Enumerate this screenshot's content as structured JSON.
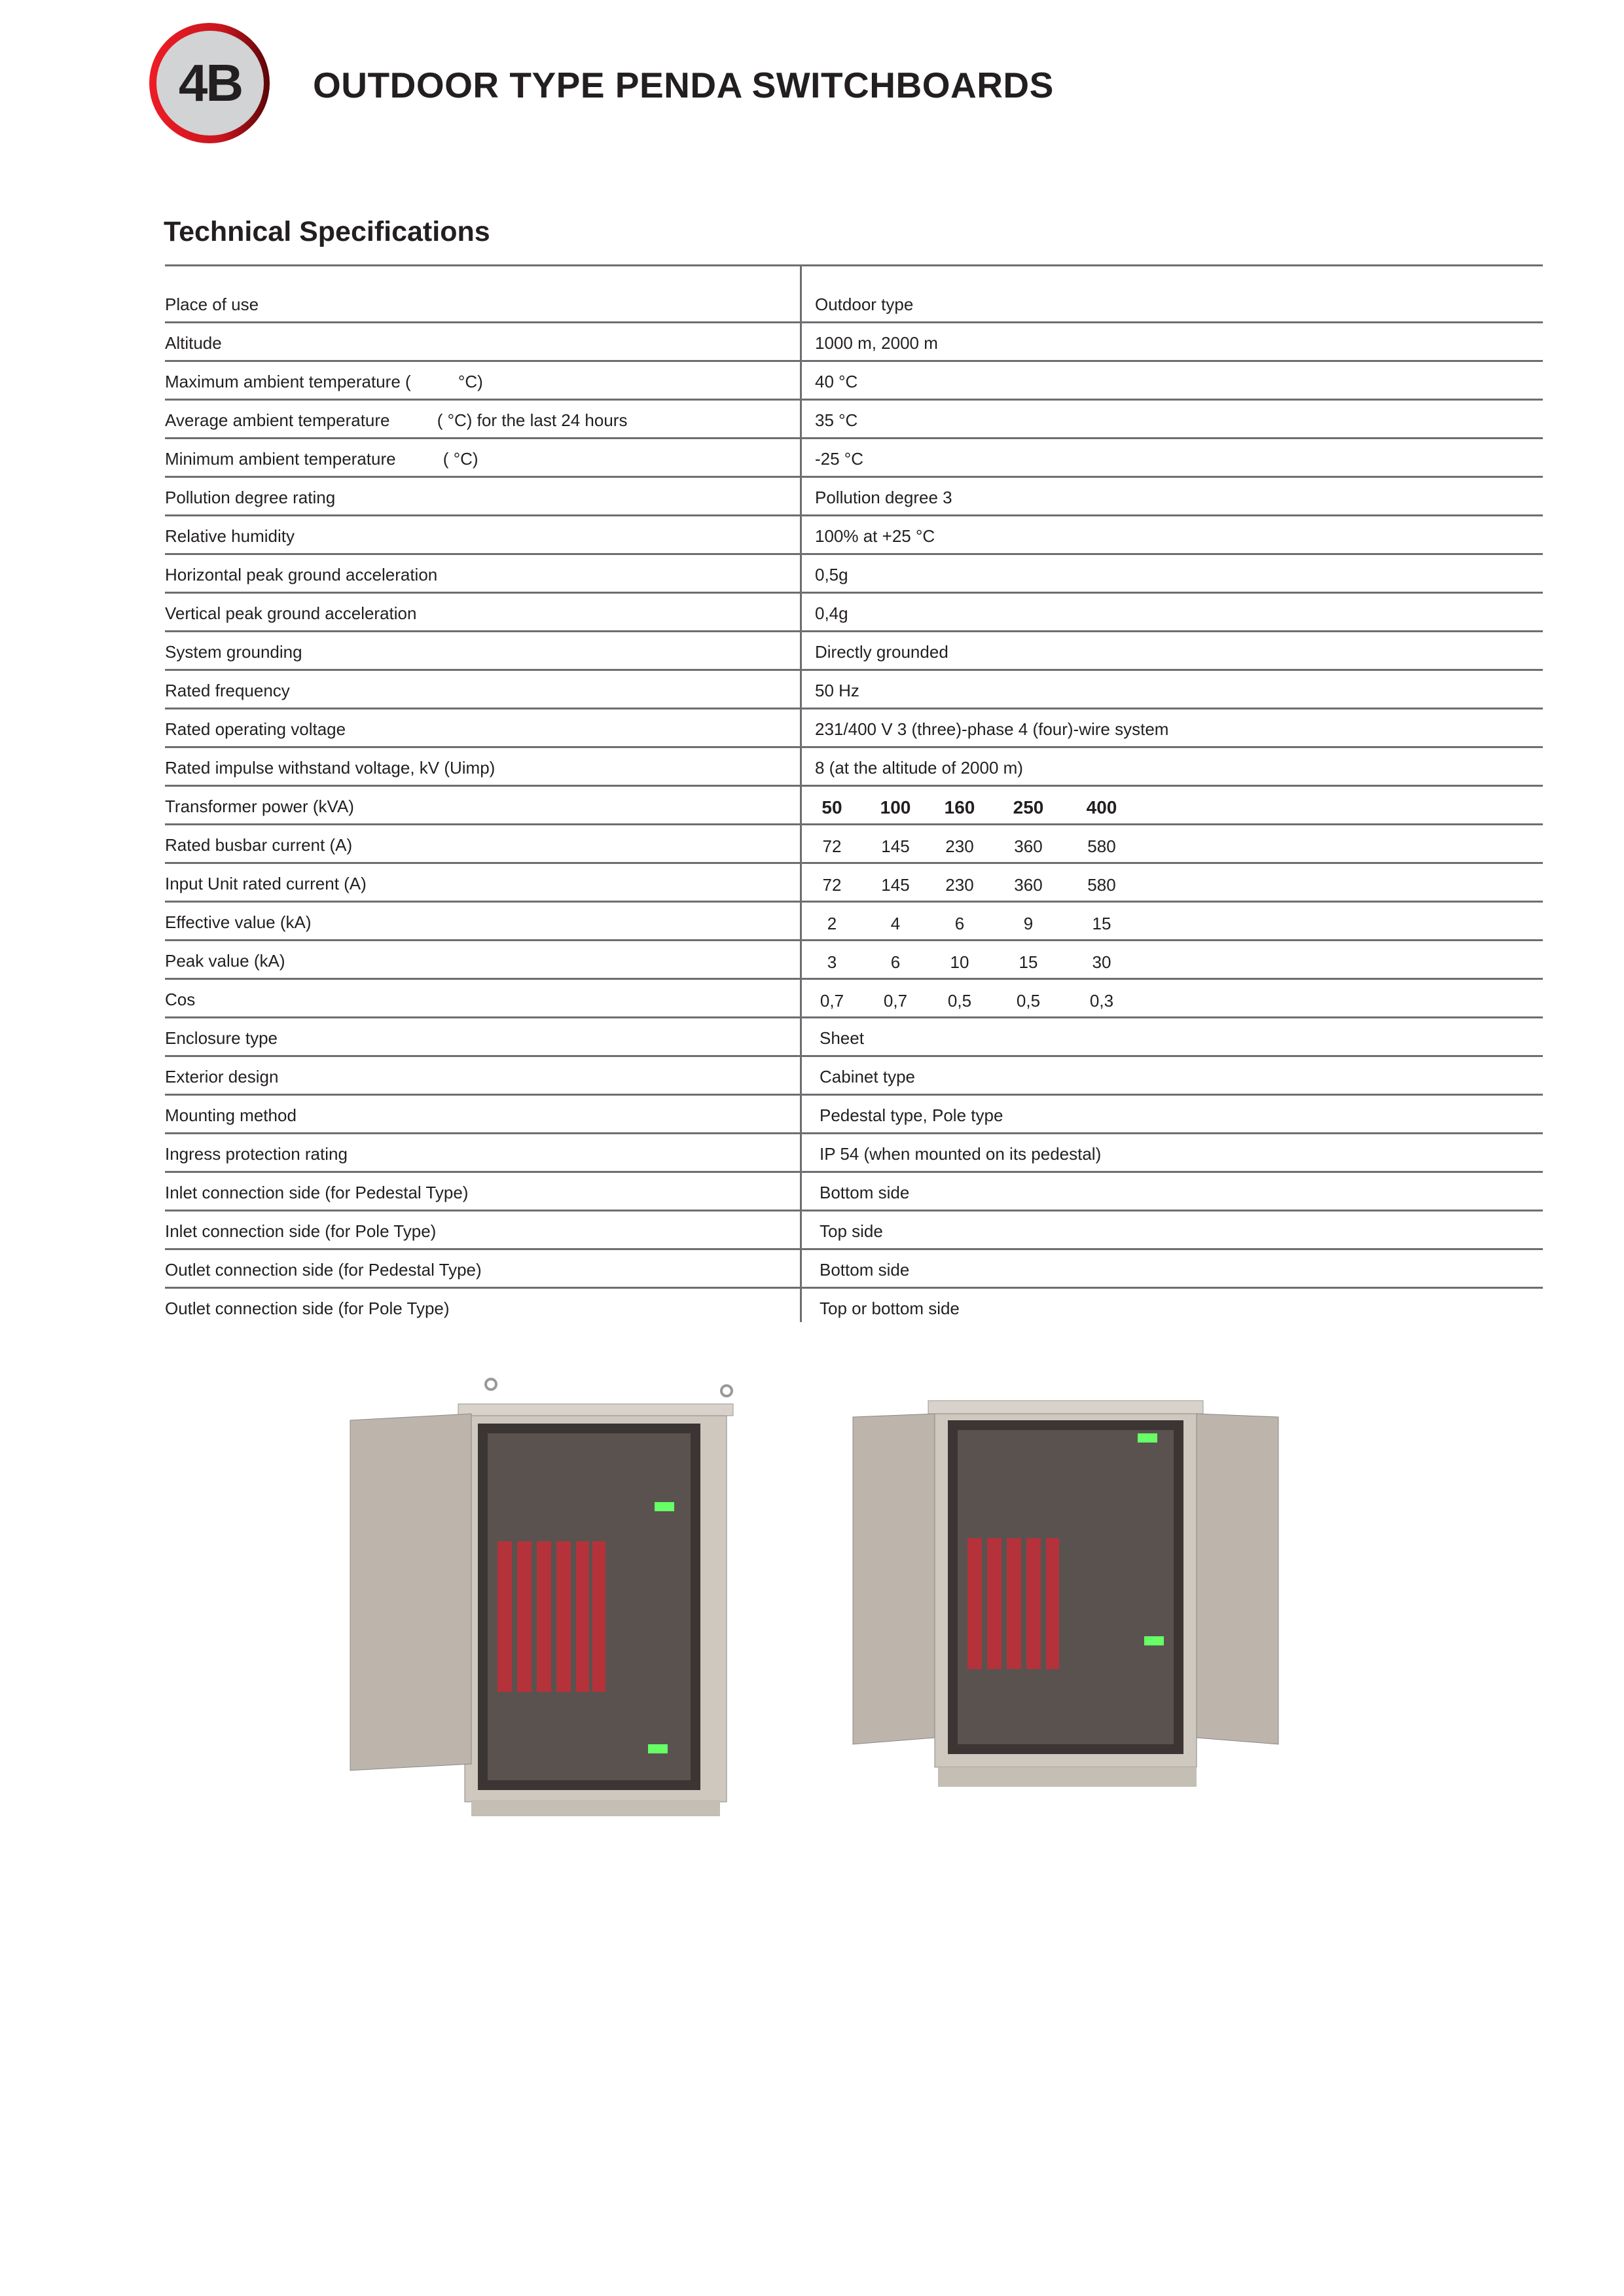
{
  "header": {
    "badge": "4B",
    "title": "OUTDOOR TYPE PENDA SWITCHBOARDS"
  },
  "section_title": "Technical Specifications",
  "specs": [
    {
      "label": "Place of use",
      "value": "Outdoor type"
    },
    {
      "label": "Altitude",
      "value": "1000 m, 2000 m"
    },
    {
      "label": "Maximum ambient temperature (          °C)",
      "value": "40  °C"
    },
    {
      "label": "Average ambient temperature          ( °C) for the last 24 hours",
      "value": "35 °C"
    },
    {
      "label": "Minimum ambient temperature          ( °C)",
      "value": "-25 °C"
    },
    {
      "label": "Pollution degree rating",
      "value": "Pollution degree 3"
    },
    {
      "label": "Relative humidity",
      "value": "100% at +25 °C"
    },
    {
      "label": "Horizontal peak ground acceleration",
      "value": "0,5g"
    },
    {
      "label": "Vertical peak ground acceleration",
      "value": "0,4g"
    },
    {
      "label": "System grounding",
      "value": "Directly grounded"
    },
    {
      "label": "Rated frequency",
      "value": "50 Hz"
    },
    {
      "label": "Rated operating voltage",
      "value": "231/400 V 3 (three)-phase 4 (four)-wire system"
    },
    {
      "label": "Rated impulse withstand voltage, kV (Uimp)",
      "value": "8 (at the altitude of 2000 m)"
    }
  ],
  "ratings": [
    {
      "label": "Transformer power (kVA)",
      "values": [
        "50",
        "100",
        "160",
        "250",
        "400"
      ]
    },
    {
      "label": "Rated busbar current (A)",
      "values": [
        "72",
        "145",
        "230",
        "360",
        "580"
      ]
    },
    {
      "label": "Input Unit rated current (A)",
      "values": [
        "72",
        "145",
        "230",
        "360",
        "580"
      ]
    },
    {
      "label": "Effective value (kA)",
      "values": [
        "2",
        "4",
        "6",
        "9",
        "15"
      ]
    },
    {
      "label": "Peak value (kA)",
      "values": [
        "3",
        "6",
        "10",
        "15",
        "30"
      ]
    },
    {
      "label": "Cos",
      "values": [
        "0,7",
        "0,7",
        "0,5",
        "0,5",
        "0,3"
      ]
    }
  ],
  "specs2": [
    {
      "label": "Enclosure type",
      "value": "Sheet"
    },
    {
      "label": "Exterior design",
      "value": "Cabinet type"
    },
    {
      "label": "Mounting method",
      "value": "Pedestal type, Pole type"
    },
    {
      "label": "Ingress protection rating",
      "value": "IP 54 (when mounted on its pedestal)"
    },
    {
      "label": "Inlet connection side (for Pedestal Type)",
      "value": "Bottom side"
    },
    {
      "label": "Inlet connection side (for Pole Type)",
      "value": "Top side"
    },
    {
      "label": "Outlet connection side (for Pedestal Type)",
      "value": "Bottom side"
    },
    {
      "label": "Outlet connection side (for Pole Type)",
      "value": "Top or bottom side"
    }
  ],
  "colors": {
    "accent": "#ee1c25",
    "rule": "#6d6e71",
    "cabinet": "#cfc8bf"
  }
}
